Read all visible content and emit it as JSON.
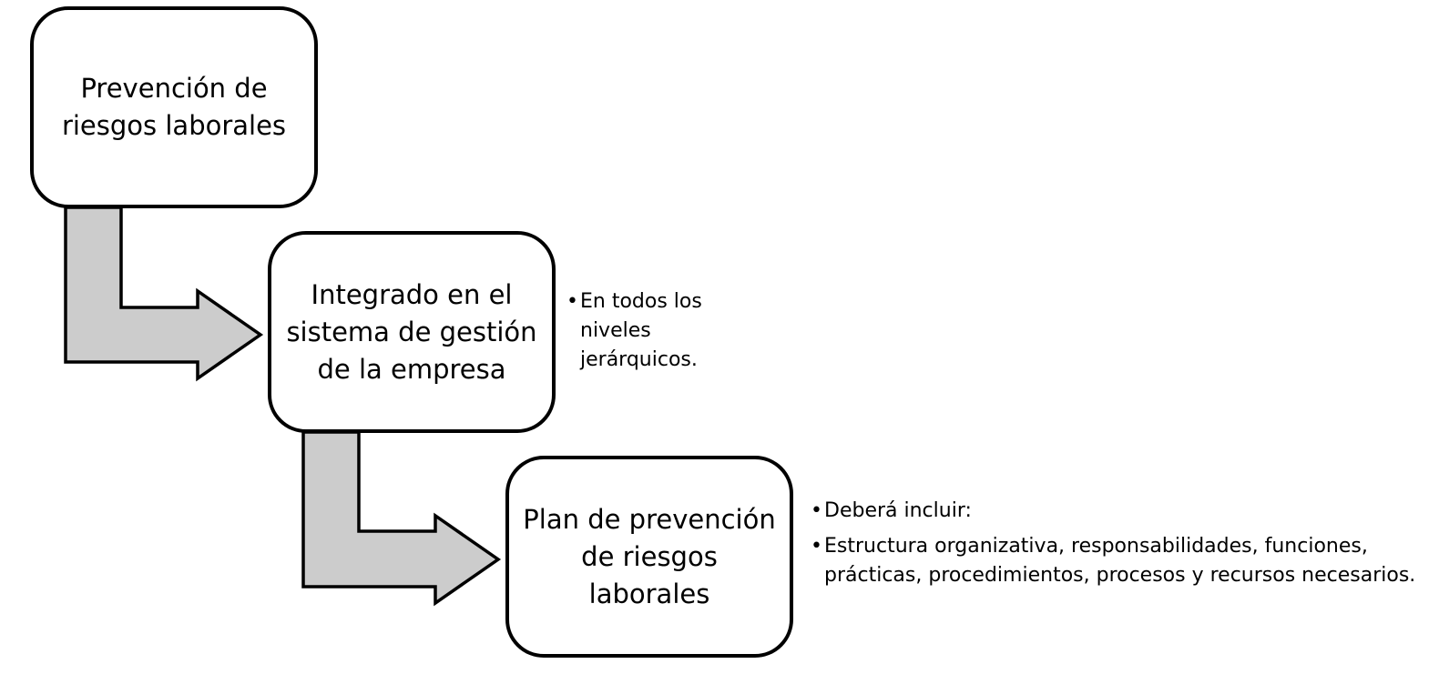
{
  "colors": {
    "arrow_fill": "#cccccc",
    "outline": "#000000",
    "box_fill": "#ffffff"
  },
  "nodes": [
    {
      "id": "box1",
      "label": "Prevención de riesgos laborales"
    },
    {
      "id": "box2",
      "label": "Integrado en el sistema de gestión de la empresa"
    },
    {
      "id": "box3",
      "label": "Plan de prevención de riesgos laborales"
    }
  ],
  "notes": {
    "box2": [
      {
        "bullet": "•",
        "text": "En todos los niveles jerárquicos."
      }
    ],
    "box3": [
      {
        "bullet": "•",
        "text": "Deberá incluir:"
      },
      {
        "bullet": "•",
        "text": "Estructura organizativa, responsabilidades, funciones, prácticas, procedimientos, procesos  y recursos necesarios."
      }
    ]
  },
  "connectors": [
    {
      "from": "box1",
      "to": "box2",
      "shape": "bent-arrow-icon"
    },
    {
      "from": "box2",
      "to": "box3",
      "shape": "bent-arrow-icon"
    }
  ]
}
